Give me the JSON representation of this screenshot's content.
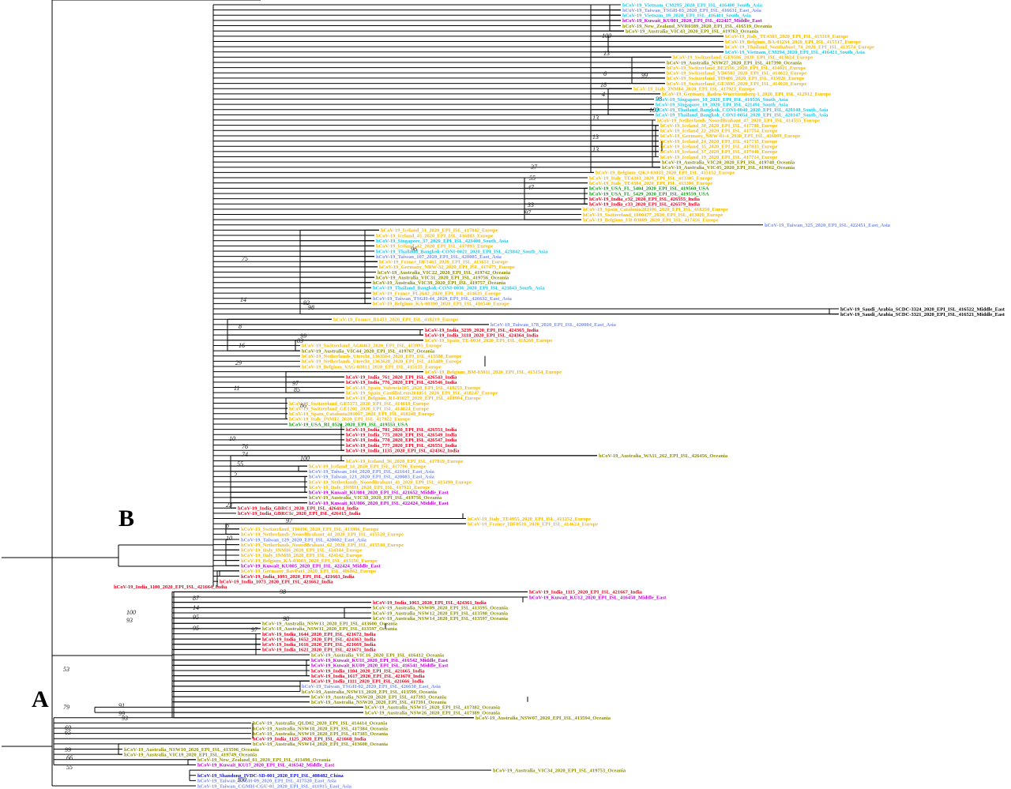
{
  "colors": {
    "Europe": "#f5b800",
    "South Asia": "#1ec8e6",
    "East Asia": "#7a8ff0",
    "Middle East": "#c000d8",
    "Oceania": "#8c8c00",
    "USA": "#139c13",
    "India": "#e8001c",
    "China": "#1010d0",
    "black": "#000000"
  },
  "clades": [
    {
      "label": "B"
    },
    {
      "label": "A"
    }
  ],
  "leaves": [
    {
      "text": "hCoV-19_Vietnam_CM295_2020_EPI_ISL_416400_South_Asia",
      "c": "South Asia"
    },
    {
      "text": "hCoV-19_Taiwan_TSGH-03_2020_EPI_ISL_416631_East_Asia",
      "c": "East Asia"
    },
    {
      "text": "hCoV-19_Vietnam_19_2020_EPI_ISL_416401_South_Asia",
      "c": "South Asia"
    },
    {
      "text": "hCoV-19_Kuwait_KU001_2020_EPI_ISL_422427_Middle_East",
      "c": "Middle East"
    },
    {
      "text": "hCoV-19_New_Zealand_NVR0189_2020_EPI_ISL_416519_Oceania",
      "c": "Oceania"
    },
    {
      "text": "hCoV-19_Australia_VIC43_2020_EPI_ISL_419763_Oceania",
      "c": "Oceania"
    },
    {
      "text": "hCoV-19_Italy_TE4303_2020_EPI_ISL_413319_Europe",
      "c": "Europe"
    },
    {
      "text": "hCoV-19_Belgium_BA-01234_2020_EPI_ISL_415517_Europe",
      "c": "Europe"
    },
    {
      "text": "hCoV-19_Thailand_Nonthaburi_74_2020_EPI_ISL_413574_Europe",
      "c": "Europe"
    },
    {
      "text": "hCoV-19_Vietnam_CM294_2020_EPI_ISL_416421_South_Asia",
      "c": "South Asia"
    },
    {
      "text": "hCoV-19_Switzerland_GE9586_2020_EPI_ISL_413024_Europe",
      "c": "Europe"
    },
    {
      "text": "hCoV-19_Australia_NSW27_2020_EPI_ISL_417390_Oceania",
      "c": "Oceania"
    },
    {
      "text": "hCoV-19_Switzerland_BE2536_2020_EPI_ISL_414021_Europe",
      "c": "Europe"
    },
    {
      "text": "hCoV-19_Switzerland_VD0503_2020_EPI_ISL_414022_Europe",
      "c": "Europe"
    },
    {
      "text": "hCoV-19_Switzerland_TI9486_2020_EPI_ISL_413026_Europe",
      "c": "Europe"
    },
    {
      "text": "hCoV-19_Switzerland_GE3895_2020_EPI_ISL_414020_Europe",
      "c": "Europe"
    },
    {
      "text": "hCoV-19_Italy_INMI4_2020_EPI_ISL_417923_Europe",
      "c": "Europe"
    },
    {
      "text": "hCoV-19_Germany_Baden-Wuerttemberg-1_2020_EPI_ISL_412912_Europe",
      "c": "Europe"
    },
    {
      "text": "hCoV-19_Singapore_10_2020_EPI_ISL_410536_South_Asia",
      "c": "South Asia"
    },
    {
      "text": "hCoV-19_Singapore_19_2020_EPI_ISL_421491_South_Asia",
      "c": "South Asia"
    },
    {
      "text": "hCoV-19_Thailand_Bangkok_CONI-0040_2020_EPI_ISL_420148_South_Asia",
      "c": "South Asia"
    },
    {
      "text": "hCoV-19_Thailand_Bangkok_CONI-0054_2020_EPI_ISL_420147_South_Asia",
      "c": "South Asia"
    },
    {
      "text": "hCoV-19_Netherlands_NoordBrabant_47_2020_EPI_ISL_414555_Europe",
      "c": "Europe"
    },
    {
      "text": "hCoV-19_Iceland_30_2020_EPI_ISL_417788_Europe",
      "c": "Europe"
    },
    {
      "text": "hCoV-19_Iceland_22_2020_EPI_ISL_417754_Europe",
      "c": "Europe"
    },
    {
      "text": "hCoV-19_Germany_NRW-01-4_2020_EPI_ISL_426099_Europe",
      "c": "Europe"
    },
    {
      "text": "hCoV-19_Iceland_24_2020_EPI_ISL_417735_Europe",
      "c": "Europe"
    },
    {
      "text": "hCoV-19_Iceland_35_2020_EPI_ISL_417833_Europe",
      "c": "Europe"
    },
    {
      "text": "hCoV-19_Iceland_37_2020_EPI_ISL_417440_Europe",
      "c": "Europe"
    },
    {
      "text": "hCoV-19_Iceland_19_2020_EPI_ISL_417714_Europe",
      "c": "Europe"
    },
    {
      "text": "hCoV-19_Australia_VIC20_2020_EPI_ISL_419748_Oceania",
      "c": "Oceania"
    },
    {
      "text": "hCoV-19_Australia_VIC45_2020_EPI_ISL_419662_Oceania",
      "c": "Oceania"
    },
    {
      "text": "hCoV-19_Belgium_QKJ-03033_2020_EPI_ISL_415152_Europe",
      "c": "Europe"
    },
    {
      "text": "hCoV-19_Italy_TE4303_2020_EPI_ISL_413305_Europe",
      "c": "Europe"
    },
    {
      "text": "hCoV-19_Italy_TE4304_2020_EPI_ISL_413306_Europe",
      "c": "Europe"
    },
    {
      "text": "hCoV-19_USA_FL_5404_2020_EPI_ISL_419560_USA",
      "c": "USA"
    },
    {
      "text": "hCoV-19_USA_FL_5429_2020_EPI_ISL_419559_USA",
      "c": "USA"
    },
    {
      "text": "hCoV-19_India_c32_2020_EPI_ISL_426555_India",
      "c": "India"
    },
    {
      "text": "hCoV-19_India_c33_2020_EPI_ISL_426579_India",
      "c": "India"
    },
    {
      "text": "hCoV-19_Spain_Catalonia202106_2020_EPI_ISL_418250_Europe",
      "c": "Europe"
    },
    {
      "text": "hCoV-19_Switzerland_1000477_2020_EPI_ISL_413020_Europe",
      "c": "Europe"
    },
    {
      "text": "hCoV-19_Belgium_FR-03089_2020_EPI_ISL_417416_Europe",
      "c": "Europe"
    },
    {
      "text": "hCoV-19_Taiwan_325_2020_EPI_ISL_422451_East_Asia",
      "c": "East Asia"
    },
    {
      "text": "hCoV-19_Iceland_31_2020_EPI_ISL_417842_Europe",
      "c": "Europe"
    },
    {
      "text": "hCoV-19_Iceland_45_2020_EPI_ISL_416883_Europe",
      "c": "Europe"
    },
    {
      "text": "hCoV-19_Singapore_37_2020_EPI_ISL_423400_South_Asia",
      "c": "South Asia"
    },
    {
      "text": "hCoV-19_Iceland_42_2020_EPI_ISL_417893_Europe",
      "c": "Europe"
    },
    {
      "text": "hCoV-19_Thailand_Bangkok-CONI-0021_2020_EPI_ISL_423842_South_Asia",
      "c": "South Asia"
    },
    {
      "text": "hCoV-19_Taiwan_107_2020_EPI_ISL_420085_East_Asia",
      "c": "East Asia"
    },
    {
      "text": "hCoV-19_France_HF1465_2020_EPI_ISL_415651_Europe",
      "c": "Europe"
    },
    {
      "text": "hCoV-19_Germany_NRW-32_2020_EPI_ISL_417475_Europe",
      "c": "Europe"
    },
    {
      "text": "hCoV-19_Australia_VIC22_2020_EPI_ISL_419742_Oceania",
      "c": "Oceania"
    },
    {
      "text": "hCoV-19_Australia_VIC31_2020_EPI_ISL_419756_Oceania",
      "c": "Oceania"
    },
    {
      "text": "hCoV-19_Australia_VIC39_2020_EPI_ISL_419757_Oceania",
      "c": "Oceania"
    },
    {
      "text": "hCoV-19_Thailand_Bangkok-CONI-0036_2020_EPI_ISL_423843_South_Asia",
      "c": "South Asia"
    },
    {
      "text": "hCoV-19_France_PL2642_2020_EPI_ISL_414625_Europe",
      "c": "Europe"
    },
    {
      "text": "hCoV-19_Taiwan_TSGH-44_2020_EPI_ISL_426632_East_Asia",
      "c": "East Asia"
    },
    {
      "text": "hCoV-19_Belgium_KA-00390_2020_EPI_ISL_416540_Europe",
      "c": "Europe"
    },
    {
      "text": "hCoV-19_Saudi_Arabia_SCDC-3324_2020_EPI_ISL_416522_Middle_East",
      "c": "black"
    },
    {
      "text": "hCoV-19_Saudi_Arabia_SCDC-3321_2020_EPI_ISL_416521_Middle_East",
      "c": "black"
    },
    {
      "text": "hCoV-19_France_B1433_2020_EPI_ISL_418219_Europe",
      "c": "Europe"
    },
    {
      "text": "hCoV-19_Taiwan_178_2020_EPI_ISL_420084_East_Asia",
      "c": "East Asia"
    },
    {
      "text": "hCoV-19_India_3239_2020_EPI_ISL_424365_India",
      "c": "India"
    },
    {
      "text": "hCoV-19_India_3118_2020_EPI_ISL_424364_India",
      "c": "India"
    },
    {
      "text": "hCoV-19_Spain_TE-0034_2020_EPI_ISL_418260_Europe",
      "c": "Europe"
    },
    {
      "text": "hCoV-19_Switzerland_AG0463_2020_EPI_ISL_413995_Europe",
      "c": "Europe"
    },
    {
      "text": "hCoV-19_Australia_VIC44_2020_EPI_ISL_419767_Oceania",
      "c": "Oceania"
    },
    {
      "text": "hCoV-19_Netherlands_Utrecht_1363564_2020_EPI_ISL_413588_Europe",
      "c": "Europe"
    },
    {
      "text": "hCoV-19_Netherlands_Utrecht_1363628_2020_EPI_ISL_415489_Europe",
      "c": "Europe"
    },
    {
      "text": "hCoV-19_Belgium_VAG-03013_2020_EPI_ISL_415155_Europe",
      "c": "Europe"
    },
    {
      "text": "hCoV-19_Belgium_BM-03011_2020_EPI_ISL_415154_Europe",
      "c": "Europe"
    },
    {
      "text": "hCoV-19_India_761_2020_EPI_ISL_426543_India",
      "c": "India"
    },
    {
      "text": "hCoV-19_India_776_2020_EPI_ISL_426546_India",
      "c": "India"
    },
    {
      "text": "hCoV-19_Spain_Valencia105_2020_EPI_ISL_418253_Europe",
      "c": "Europe"
    },
    {
      "text": "hCoV-19_Spain_CastillaLeon201051_2020_EPI_ISL_418247_Europe",
      "c": "Europe"
    },
    {
      "text": "hCoV-19_Belgium_RJ-03027_2020_EPI_ISL_418904_Europe",
      "c": "Europe"
    },
    {
      "text": "hCoV-19_Switzerland_GE5373_2020_EPI_ISL_414018_Europe",
      "c": "Europe"
    },
    {
      "text": "hCoV-19_Switzerland_GE1201_2020_EPI_ISL_414024_Europe",
      "c": "Europe"
    },
    {
      "text": "hCoV-19_Spain_Catalonia201067_2020_EPI_ISL_418248_Europe",
      "c": "Europe"
    },
    {
      "text": "hCoV-19_Italy_INMI2_2020_EPI_ISL_417922_Europe",
      "c": "Europe"
    },
    {
      "text": "hCoV-19_USA_RI_0520_2020_EPI_ISL_419553_USA",
      "c": "USA"
    },
    {
      "text": "hCoV-19_India_781_2020_EPI_ISL_426553_India",
      "c": "India"
    },
    {
      "text": "hCoV-19_India_775_2020_EPI_ISL_426549_India",
      "c": "India"
    },
    {
      "text": "hCoV-19_India_770_2020_EPI_ISL_426547_India",
      "c": "India"
    },
    {
      "text": "hCoV-19_India_777_2020_EPI_ISL_426551_India",
      "c": "India"
    },
    {
      "text": "hCoV-19_India_1135_2020_EPI_ISL_424362_India",
      "c": "India"
    },
    {
      "text": "hCoV-19_Australia_WA11_262_EPI_ISL_426456_Oceania",
      "c": "Oceania"
    },
    {
      "text": "hCoV-19_Iceland_36_2020_EPI_ISL_417819_Europe",
      "c": "Europe"
    },
    {
      "text": "hCoV-19_Iceland_14_2020_EPI_ISL_417796_Europe",
      "c": "Europe"
    },
    {
      "text": "hCoV-19_Taiwan_144_2020_EPI_ISL_421641_East_Asia",
      "c": "East Asia"
    },
    {
      "text": "hCoV-19_Taiwan_121_2020_EPI_ISL_420083_East_Asia",
      "c": "East Asia"
    },
    {
      "text": "hCoV-19_Netherlands_NoordBrabant_41_2020_EPI_ISL_415499_Europe",
      "c": "Europe"
    },
    {
      "text": "hCoV-19_Italy_INMI1_2020_EPI_ISL_417921_Europe",
      "c": "Europe"
    },
    {
      "text": "hCoV-19_Kuwait_KU001_2020_EPI_ISL_421652_Middle_East",
      "c": "Middle East"
    },
    {
      "text": "hCoV-19_Australia_VIC38_2020_EPI_ISL_419756_Oceania",
      "c": "Oceania"
    },
    {
      "text": "hCoV-19_Kuwait_KU006_2020_EPI_ISL_422424_Middle_East",
      "c": "Middle East"
    },
    {
      "text": "hCoV-19_India_GBRC1_2020_EPI_ISL_426414_India",
      "c": "India"
    },
    {
      "text": "hCoV-19_India_GBRC1c_2020_EPI_ISL_426415_India",
      "c": "India"
    },
    {
      "text": "hCoV-19_Italy_TE4955_2020_EPI_ISL_413252_Europe",
      "c": "Europe"
    },
    {
      "text": "hCoV-19_France_IDF0516_2020_EPI_ISL_414624_Europe",
      "c": "Europe"
    },
    {
      "text": "hCoV-19_Switzerland_TI0496_2020_EPI_ISL_413996_Europe",
      "c": "Europe"
    },
    {
      "text": "hCoV-19_Netherlands_NoordBrabant_44_2020_EPI_ISL_415528_Europe",
      "c": "Europe"
    },
    {
      "text": "hCoV-19_Taiwan_129_2020_EPI_ISL_420082_East_Asia",
      "c": "East Asia"
    },
    {
      "text": "hCoV-19_Netherlands_NoordBrabant_62_2020_EPI_ISL_415510_Europe",
      "c": "Europe"
    },
    {
      "text": "hCoV-19_Italy_INMI6_2020_EPI_ISL_424344_Europe",
      "c": "Europe"
    },
    {
      "text": "hCoV-19_Italy_INMI8_2020_EPI_ISL_424142_Europe",
      "c": "Europe"
    },
    {
      "text": "hCoV-19_Belgium_KA-03003_2020_EPI_ISL_415156_Europe",
      "c": "Europe"
    },
    {
      "text": "hCoV-19_Kuwait_KU005_2020_EPI_ISL_422424_Middle_East",
      "c": "Middle East"
    },
    {
      "text": "hCoV-19_Germany_BavPat1_2020_EPI_ISL_406862_Europe",
      "c": "Europe"
    },
    {
      "text": "hCoV-19_India_1093_2020_EPI_ISL_421663_India",
      "c": "India"
    },
    {
      "text": "hCoV-19_India_1073_2020_EPI_ISL_421662_India",
      "c": "India"
    },
    {
      "text": "hCoV-19_India_1100_2020_EPI_ISL_421664_India",
      "c": "India"
    },
    {
      "text": "hCoV-19_India_1115_2020_EPI_ISL_421667_India",
      "c": "India"
    },
    {
      "text": "hCoV-19_Kuwait_KU12_2020_EPI_ISL_416450_Middle_East",
      "c": "Middle East"
    },
    {
      "text": "hCoV-19_India_1063_2020_EPI_ISL_424361_India",
      "c": "India"
    },
    {
      "text": "hCoV-19_Australia_NSW09_2020_EPI_ISL_413595_Oceania",
      "c": "Oceania"
    },
    {
      "text": "hCoV-19_Australia_NSW12_2020_EPI_ISL_413598_Oceania",
      "c": "Oceania"
    },
    {
      "text": "hCoV-19_Australia_NSW14_2020_EPI_ISL_413597_Oceania",
      "c": "Oceania"
    },
    {
      "text": "hCoV-19_Australia_NSW13_2020_EPI_ISL_413600_Oceania",
      "c": "Oceania"
    },
    {
      "text": "hCoV-19_Australia_NSW11_2020_EPI_ISL_413597_Oceania",
      "c": "Oceania"
    },
    {
      "text": "hCoV-19_India_1644_2020_EPI_ISL_421672_India",
      "c": "India"
    },
    {
      "text": "hCoV-19_India_1652_2020_EPI_ISL_424363_India",
      "c": "India"
    },
    {
      "text": "hCoV-19_India_1616_2020_EPI_ISL_421669_India",
      "c": "India"
    },
    {
      "text": "hCoV-19_India_1621_2020_EPI_ISL_421671_India",
      "c": "India"
    },
    {
      "text": "hCoV-19_Australia_VIC16_2020_EPI_ISL_416412_Oceania",
      "c": "Oceania"
    },
    {
      "text": "hCoV-19_Kuwait_KU11_2020_EPI_ISL_416542_Middle_East",
      "c": "Middle East"
    },
    {
      "text": "hCoV-19_Kuwait_KU09_2020_EPI_ISL_416541_Middle_East",
      "c": "Middle East"
    },
    {
      "text": "hCoV-19_India_1104_2020_EPI_ISL_421665_India",
      "c": "India"
    },
    {
      "text": "hCoV-19_India_1617_2020_EPI_ISL_421670_India",
      "c": "India"
    },
    {
      "text": "hCoV-19_India_1111_2020_EPI_ISL_421666_India",
      "c": "India"
    },
    {
      "text": "hCoV-19_Taiwan_TSGH-02_2020_EPI_ISL_426630_East_Asia",
      "c": "East Asia"
    },
    {
      "text": "hCoV-19_Australia_NSW13_2020_EPI_ISL_413599_Oceania",
      "c": "Oceania"
    },
    {
      "text": "hCoV-19_Australia_NSW28_2020_EPI_ISL_417393_Oceania",
      "c": "Oceania"
    },
    {
      "text": "hCoV-19_Australia_NSW20_2020_EPI_ISL_417391_Oceania",
      "c": "Oceania"
    },
    {
      "text": "hCoV-19_Australia_NSW15_2020_EPI_ISL_417382_Oceania",
      "c": "Oceania"
    },
    {
      "text": "hCoV-19_Australia_NSW26_2020_EPI_ISL_417389_Oceania",
      "c": "Oceania"
    },
    {
      "text": "hCoV-19_Australia_NSW07_2020_EPI_ISL_413594_Oceania",
      "c": "Oceania"
    },
    {
      "text": "hCoV-19_Australia_QLD02_2020_EPI_ISL_414414_Oceania",
      "c": "Oceania"
    },
    {
      "text": "hCoV-19_Australia_NSW18_2020_EPI_ISL_417384_Oceania",
      "c": "Oceania"
    },
    {
      "text": "hCoV-19_Australia_NSW19_2020_EPI_ISL_417385_Oceania",
      "c": "Oceania"
    },
    {
      "text": "hCoV-19_India_1125_2020_EPI_ISL_421668_India",
      "c": "India"
    },
    {
      "text": "hCoV-19_Australia_NSW14_2020_EPI_ISL_413600_Oceania",
      "c": "Oceania"
    },
    {
      "text": "hCoV-19_Australia_NSW10_2020_EPI_ISL_413596_Oceania",
      "c": "Oceania"
    },
    {
      "text": "hCoV-19_Australia_VIC19_2020_EPI_ISL_419749_Oceania",
      "c": "Oceania"
    },
    {
      "text": "hCoV-19_New_Zealand_01_2020_EPI_ISL_413490_Oceania",
      "c": "Oceania"
    },
    {
      "text": "hCoV-19_Kuwait_KU17_2020_EPI_ISL_416542_Middle_East",
      "c": "Middle East"
    },
    {
      "text": "hCoV-19_Australia_VIC34_2020_EPI_ISL_419753_Oceania",
      "c": "Oceania"
    },
    {
      "text": "hCoV-19_Shandong_IVDC-SD-001_2020_EPI_ISL_408482_China",
      "c": "China"
    },
    {
      "text": "hCoV-19_Taiwan_TSGH-09_2020_EPI_ISL_417520_East_Asia",
      "c": "East Asia"
    },
    {
      "text": "hCoV-19_Taiwan_CGMH-CGU-01_2020_EPI_ISL_411915_East_Asia",
      "c": "East Asia"
    }
  ],
  "bootstrap": [
    "100",
    "13",
    "6",
    "4",
    "18",
    "99",
    "98",
    "100",
    "13",
    "13",
    "13",
    "37",
    "55",
    "47",
    "33",
    "97",
    "75",
    "14",
    "8",
    "16",
    "29",
    "11",
    "10",
    "76",
    "74",
    "55",
    "2",
    "23",
    "8",
    "10",
    "97",
    "100",
    "98",
    "87",
    "14",
    "98",
    "95",
    "95",
    "97",
    "53",
    "79",
    "91",
    "99",
    "93",
    "69",
    "65",
    "99",
    "66",
    "55",
    "100",
    "93",
    "100",
    "96",
    "92",
    "98",
    "97",
    "85",
    "99",
    "83",
    "86"
  ]
}
